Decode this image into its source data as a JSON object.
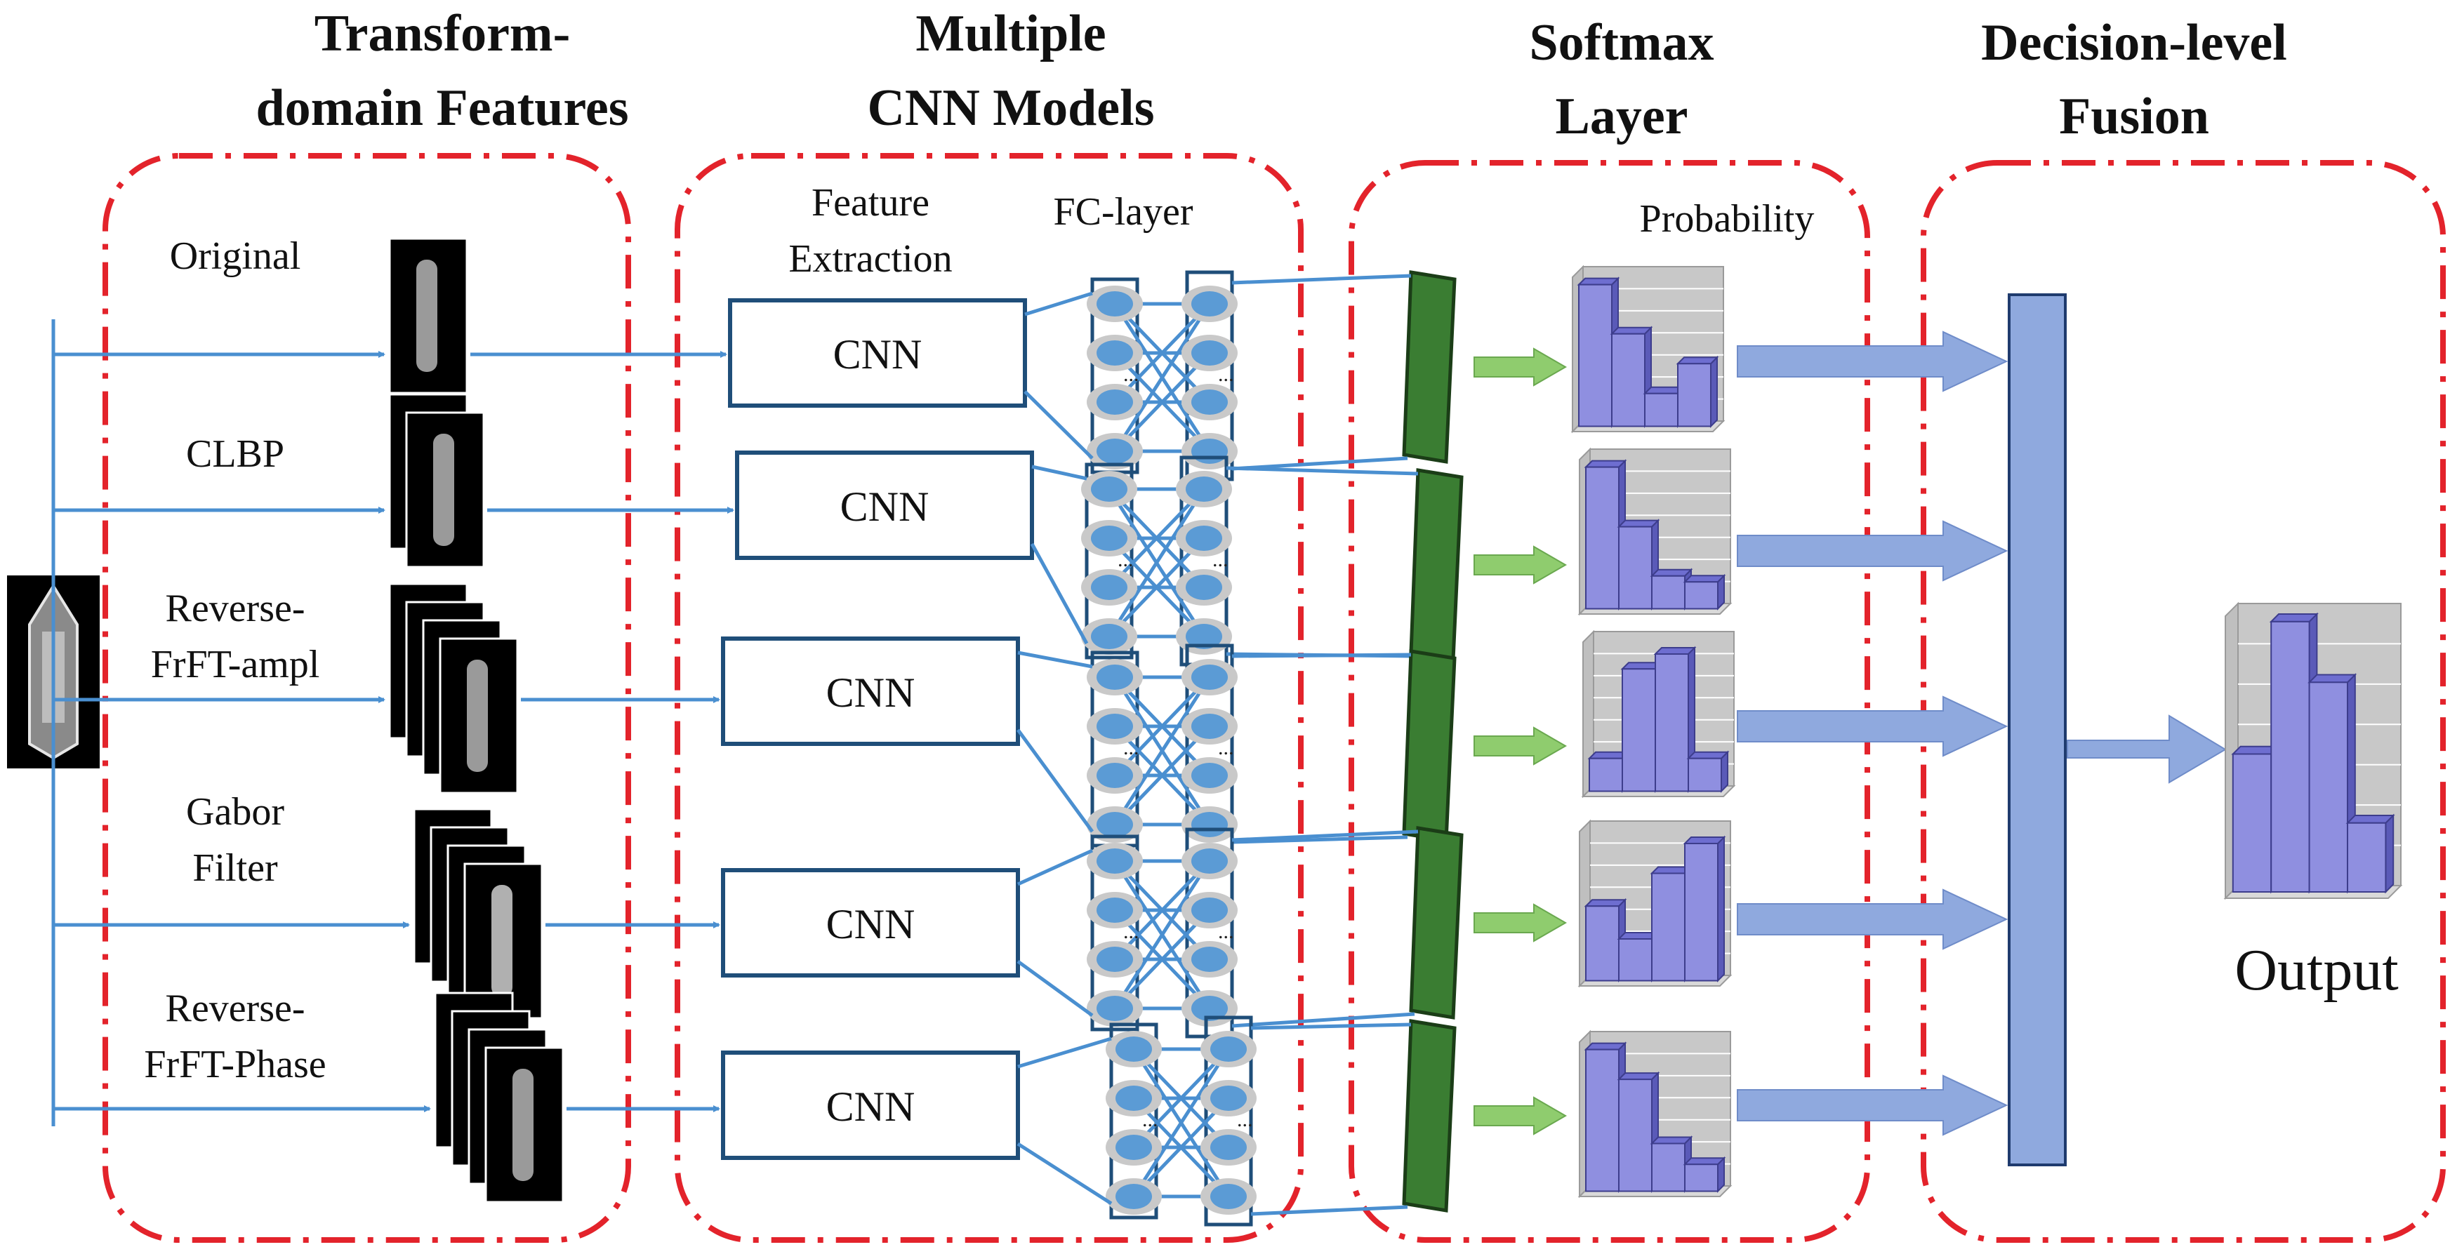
{
  "section_titles": [
    [
      "Transform-",
      "domain Features"
    ],
    [
      "Multiple",
      "CNN Models"
    ],
    [
      "Softmax",
      "Layer"
    ],
    [
      "Decision-level",
      "Fusion"
    ]
  ],
  "sub_labels": {
    "feature_extraction": [
      "Feature",
      "Extraction"
    ],
    "fc_layer": "FC-layer",
    "probability": "Probability"
  },
  "branches": [
    {
      "label": [
        "Original"
      ],
      "model": "CNN",
      "probs": [
        0.95,
        0.62,
        0.22,
        0.42
      ]
    },
    {
      "label": [
        "CLBP"
      ],
      "model": "CNN",
      "probs": [
        0.95,
        0.55,
        0.22,
        0.18
      ]
    },
    {
      "label": [
        "Reverse-",
        "FrFT-ampl"
      ],
      "model": "CNN",
      "probs": [
        0.22,
        0.82,
        0.92,
        0.22
      ]
    },
    {
      "label": [
        "Gabor",
        "Filter"
      ],
      "model": "CNN",
      "probs": [
        0.5,
        0.28,
        0.72,
        0.92
      ]
    },
    {
      "label": [
        "Reverse-",
        "FrFT-Phase"
      ],
      "model": "CNN",
      "probs": [
        0.95,
        0.75,
        0.32,
        0.18
      ]
    }
  ],
  "output": {
    "label": "Output",
    "probs": [
      0.5,
      0.98,
      0.76,
      0.25
    ]
  },
  "colors": {
    "dashed_border": "#e3232b",
    "arrow_line": "#4a8fd0",
    "cnn_box": "#1f4e79",
    "node": "#5b9bd5",
    "node_halo": "#c9c9c9",
    "softmax_bar": "#3a7d32",
    "bar_fill": "#8f8fe0",
    "bar_side": "#5a5ab8",
    "chart_bg": "#c8c8c8",
    "green_arrow": "#8fcc6e",
    "fusion_bar": "#8fa9de"
  },
  "dots": "..."
}
